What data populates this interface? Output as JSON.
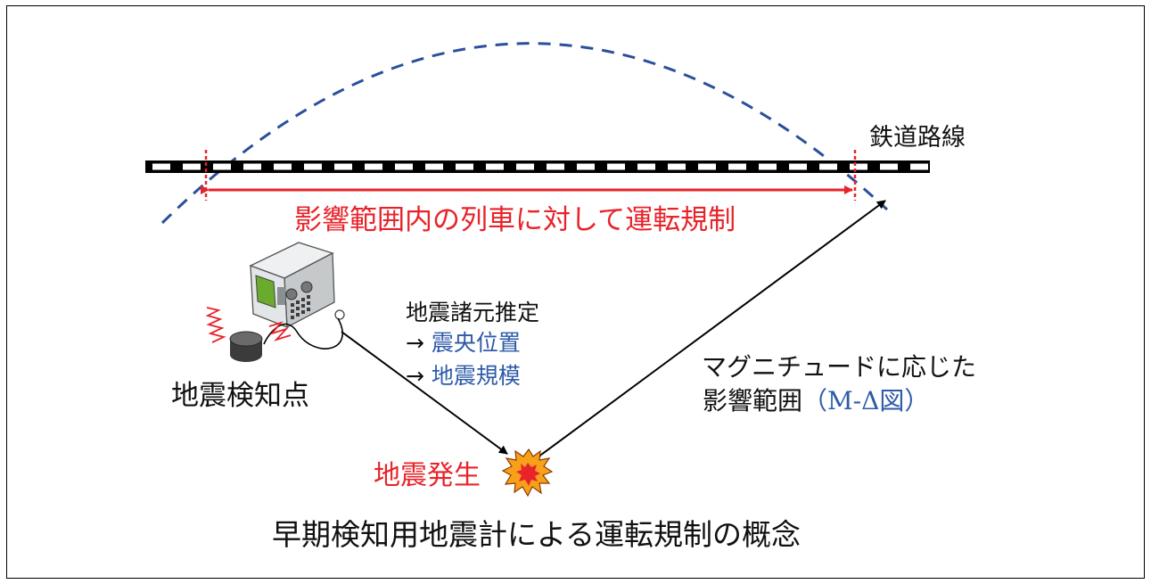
{
  "labels": {
    "railway_line": "鉄道路線",
    "restriction": "影響範囲内の列車に対して運転規制",
    "detection_point": "地震検知点",
    "estimation_title": "地震諸元推定",
    "estimation_items": [
      {
        "arrow": "→ ",
        "text": "震央位置"
      },
      {
        "arrow": "→ ",
        "text": "地震規模"
      }
    ],
    "range_line1": "マグニチュードに応じた",
    "range_line2": "影響範囲",
    "range_line2_note": "（M-Δ図）",
    "earthquake": "地震発生",
    "caption": "早期検知用地震計による運転規制の概念"
  },
  "icons": {
    "seismometer": "seismometer-icon",
    "sensor": "sensor-icon",
    "vibration": "vibration-icon",
    "explosion": "explosion-icon"
  },
  "colors": {
    "red": "#e8232a",
    "blue": "#2e5ba8",
    "dashed_arc": "#2b4f9c",
    "text": "#111111"
  }
}
